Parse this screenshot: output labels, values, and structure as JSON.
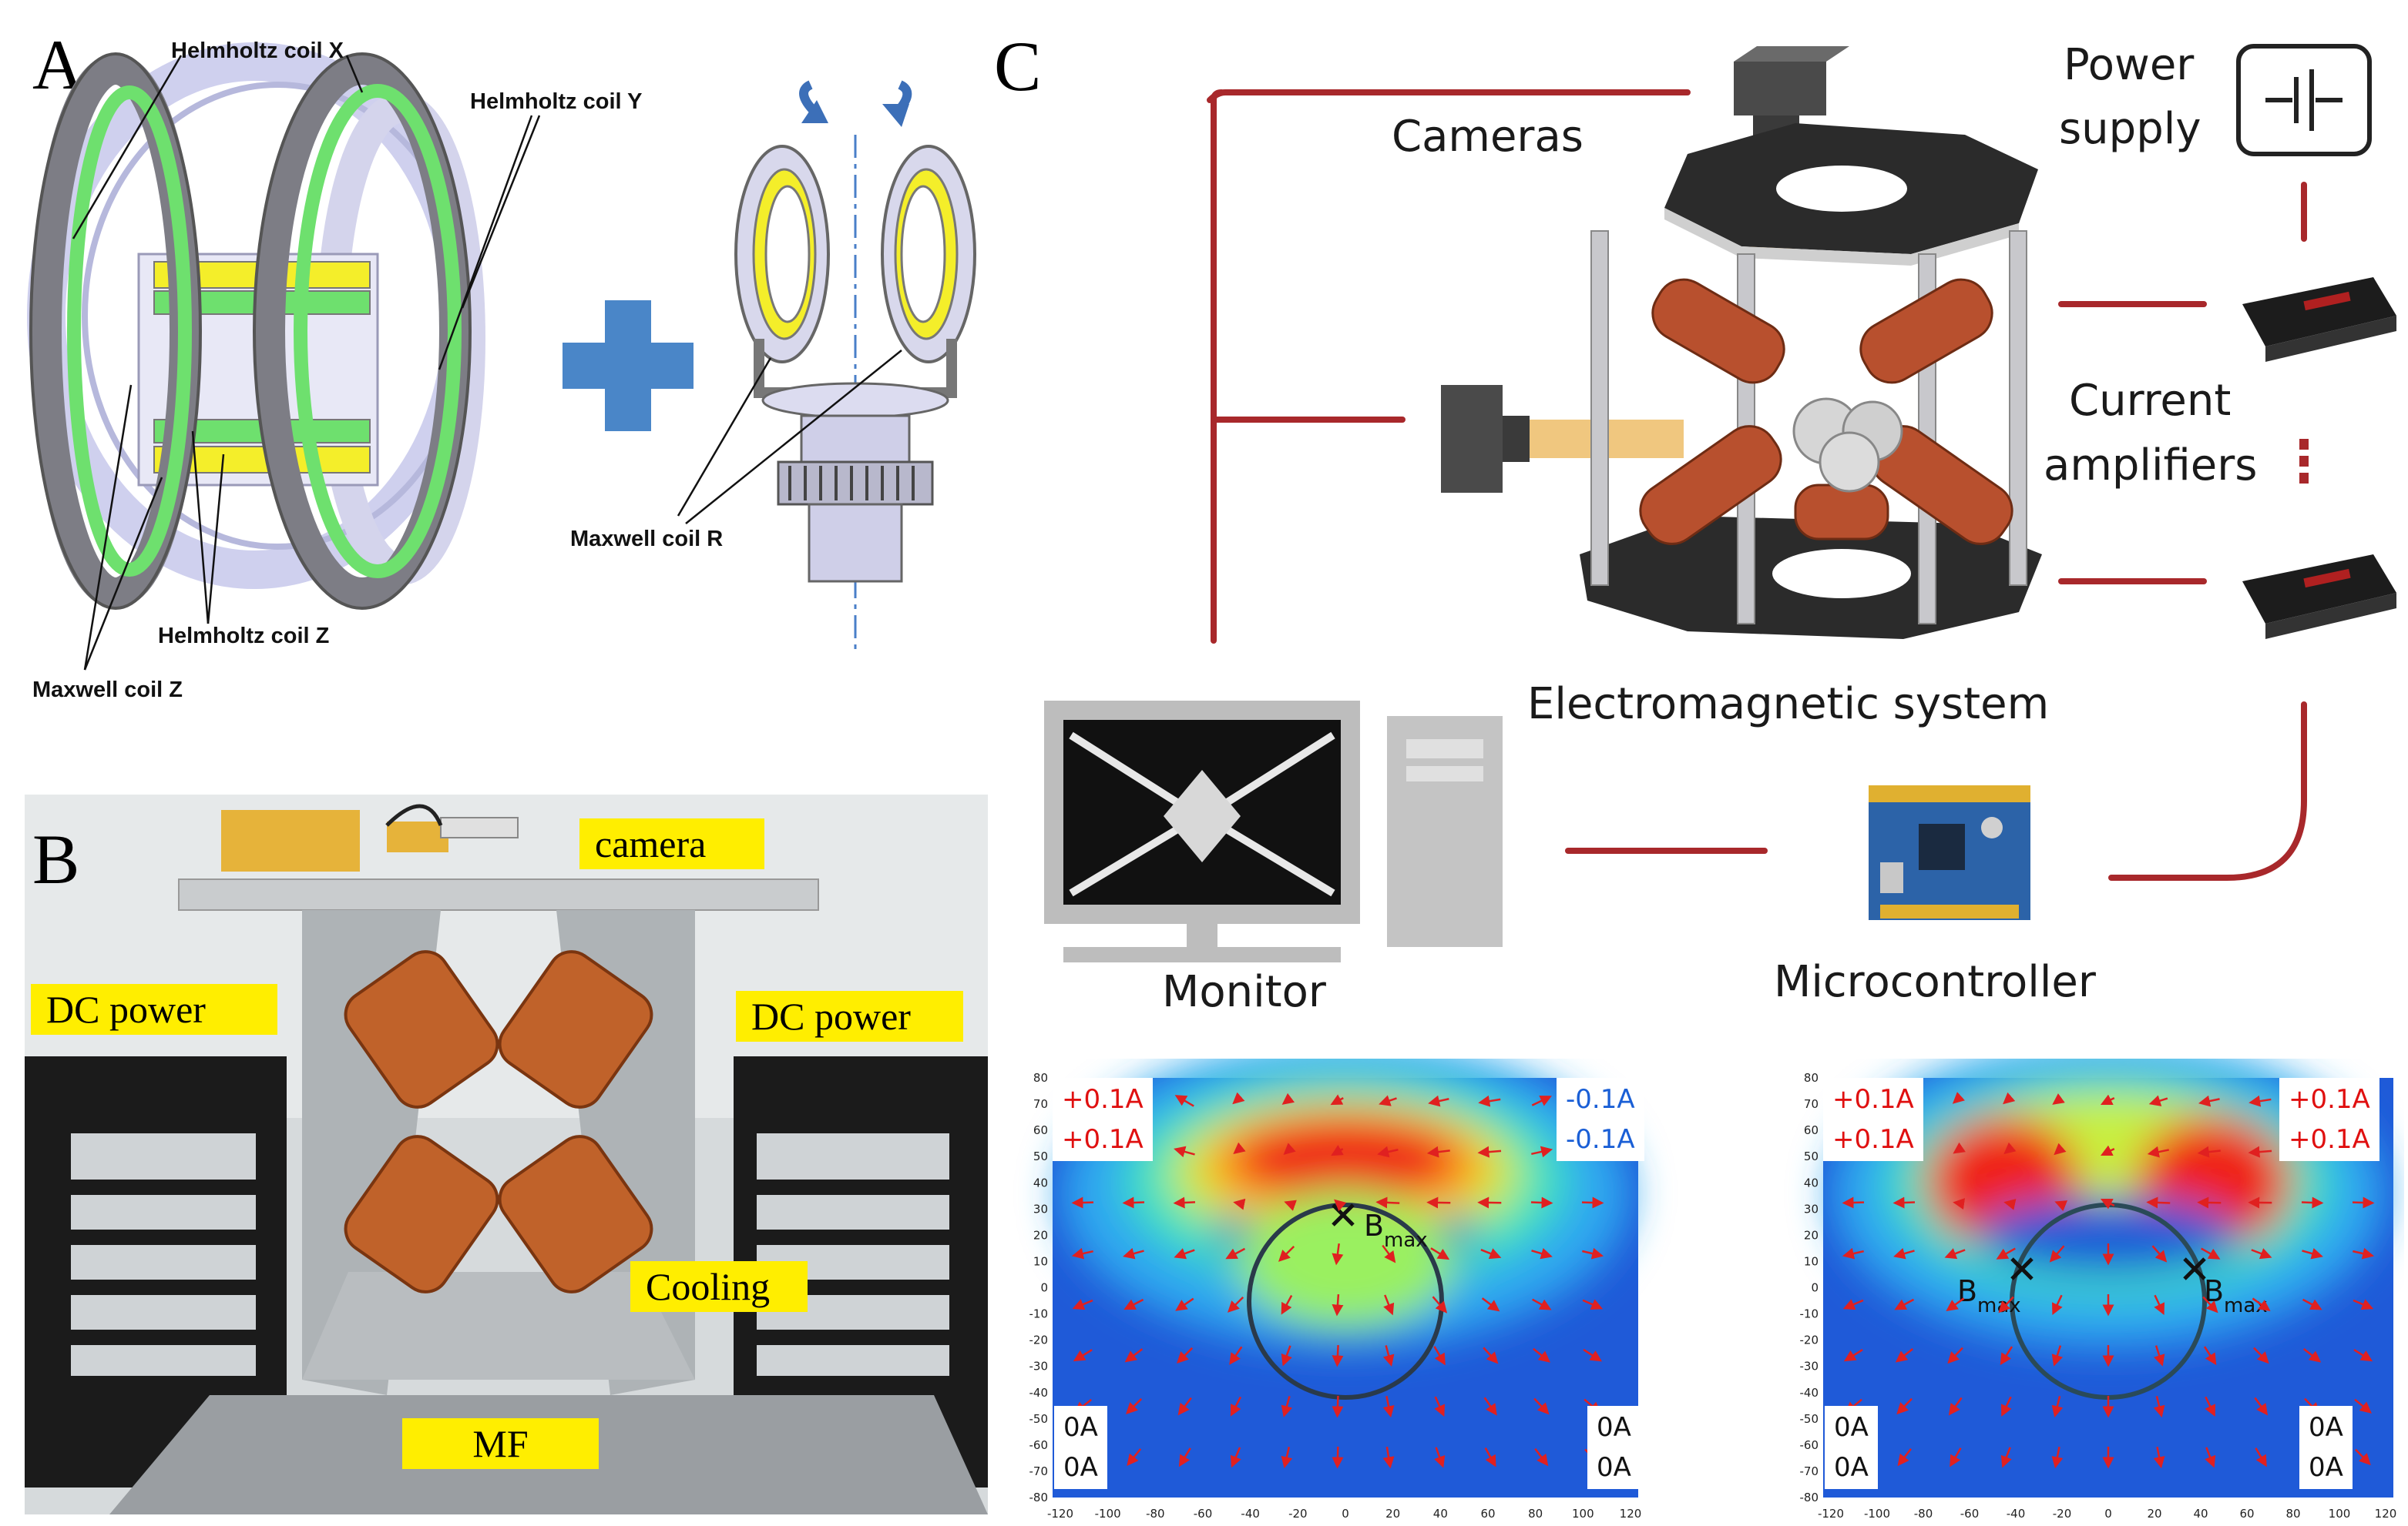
{
  "panels": {
    "a": {
      "letter": "A",
      "labels": {
        "helmholtz_x": "Helmholtz coil X",
        "helmholtz_y": "Helmholtz coil Y",
        "helmholtz_z": "Helmholtz coil Z",
        "maxwell_z": "Maxwell coil Z",
        "maxwell_r": "Maxwell coil R"
      },
      "colors": {
        "green": "#6ee06e",
        "yellow": "#f4ee2a",
        "ring": "#8a8a90",
        "lilac": "#cfd0ee",
        "plus": "#4a86c8"
      }
    },
    "b": {
      "letter": "B",
      "labels": {
        "camera": "camera",
        "dc_power_left": "DC power",
        "dc_power_right": "DC power",
        "cooling": "Cooling",
        "mf": "MF"
      },
      "colors": {
        "label_bg": "#ffee00",
        "copper": "#c0622a"
      }
    },
    "c": {
      "letter": "C",
      "labels": {
        "cameras": "Cameras",
        "power_supply_line1": "Power",
        "power_supply_line2": "supply",
        "current_line1": "Current",
        "current_line2": "amplifiers",
        "electromagnetic": "Electromagnetic system",
        "monitor": "Monitor",
        "microcontroller": "Microcontroller"
      },
      "colors": {
        "wire": "#a8282b",
        "coil": "#b8502e",
        "platform": "#2b2b2b"
      }
    }
  },
  "field_maps": {
    "x_ticks": [
      "-120",
      "-100",
      "-80",
      "-60",
      "-40",
      "-20",
      "0",
      "20",
      "40",
      "60",
      "80",
      "100",
      "120"
    ],
    "y_ticks": [
      "80",
      "70",
      "60",
      "50",
      "40",
      "30",
      "20",
      "10",
      "0",
      "-10",
      "-20",
      "-30",
      "-40",
      "-50",
      "-60",
      "-70",
      "-80"
    ],
    "bmax_label": "B",
    "bmax_sub": "max",
    "left": {
      "top_left": [
        "+0.1A",
        "+0.1A"
      ],
      "top_right": [
        "-0.1A",
        "-0.1A"
      ],
      "bottom_left": [
        "0A",
        "0A"
      ],
      "bottom_right": [
        "0A",
        "0A"
      ]
    },
    "right": {
      "top_left": [
        "+0.1A",
        "+0.1A"
      ],
      "top_right": [
        "+0.1A",
        "+0.1A"
      ],
      "bottom_left": [
        "0A",
        "0A"
      ],
      "bottom_right": [
        "0A",
        "0A"
      ]
    },
    "colors": {
      "positive": "#e01010",
      "negative": "#1a5fd6",
      "arrow": "#e02020"
    }
  }
}
